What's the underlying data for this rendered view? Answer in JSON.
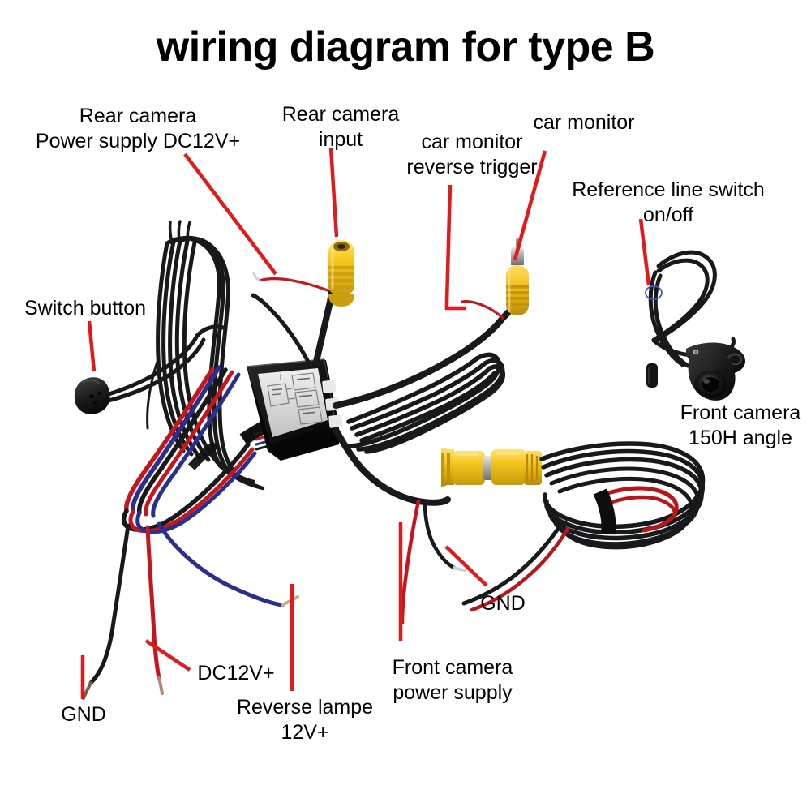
{
  "title": "wiring diagram for type B",
  "colors": {
    "pointer": "#e11b1b",
    "text": "#000000",
    "background": "#ffffff",
    "connector_yellow": "#f2c21a",
    "connector_yellow_dark": "#d1a010",
    "wire_black": "#1a1a1a",
    "wire_red": "#c4161c",
    "wire_blue": "#2a2f8f",
    "module_black": "#141414",
    "module_label": "#d8d8d8",
    "reference_ring": "#3b5bbf"
  },
  "labels": [
    {
      "name": "rear-camera-power-supply",
      "lines": [
        "Rear camera",
        "Power supply DC12V+"
      ],
      "text": "Rear camera\nPower supply DC12V+"
    },
    {
      "name": "rear-camera-input",
      "lines": [
        "Rear camera",
        "input"
      ],
      "text": "Rear camera\ninput"
    },
    {
      "name": "car-monitor-reverse-trigger",
      "lines": [
        "car monitor",
        "reverse trigger"
      ],
      "text": "car monitor\nreverse trigger"
    },
    {
      "name": "car-monitor",
      "lines": [
        "car monitor"
      ],
      "text": "car monitor"
    },
    {
      "name": "reference-line-switch",
      "lines": [
        "Reference line switch",
        "on/off"
      ],
      "text": "Reference line switch\non/off"
    },
    {
      "name": "switch-button",
      "lines": [
        "Switch button"
      ],
      "text": "Switch button"
    },
    {
      "name": "front-camera-angle",
      "lines": [
        "Front camera",
        "150H angle"
      ],
      "text": "Front camera\n150H angle"
    },
    {
      "name": "gnd-right",
      "lines": [
        "GND"
      ],
      "text": "GND"
    },
    {
      "name": "front-camera-power-supply",
      "lines": [
        "Front camera",
        "power supply"
      ],
      "text": "Front camera\npower supply"
    },
    {
      "name": "dc12v-plus",
      "lines": [
        "DC12V+"
      ],
      "text": "DC12V+"
    },
    {
      "name": "reverse-lampe",
      "lines": [
        "Reverse lampe",
        "12V+"
      ],
      "text": "Reverse lampe\n12V+"
    },
    {
      "name": "gnd-left",
      "lines": [
        "GND"
      ],
      "text": "GND"
    }
  ],
  "components": [
    {
      "name": "control-module",
      "kind": "black-box-with-label"
    },
    {
      "name": "rca-female-yellow-rear-input",
      "kind": "rca-connector"
    },
    {
      "name": "rca-male-yellow-car-monitor",
      "kind": "rca-connector"
    },
    {
      "name": "rca-pair-yellow-front-camera",
      "kind": "rca-connector-pair"
    },
    {
      "name": "front-camera-module",
      "kind": "camera"
    },
    {
      "name": "switch-button-module",
      "kind": "push-button"
    },
    {
      "name": "reference-line-switch-loop",
      "kind": "cable-loop"
    },
    {
      "name": "cable-coil-rear",
      "kind": "cable-coil"
    },
    {
      "name": "cable-coil-front",
      "kind": "cable-coil"
    },
    {
      "name": "wire-harness-bundle",
      "kind": "wire-bundle"
    }
  ]
}
